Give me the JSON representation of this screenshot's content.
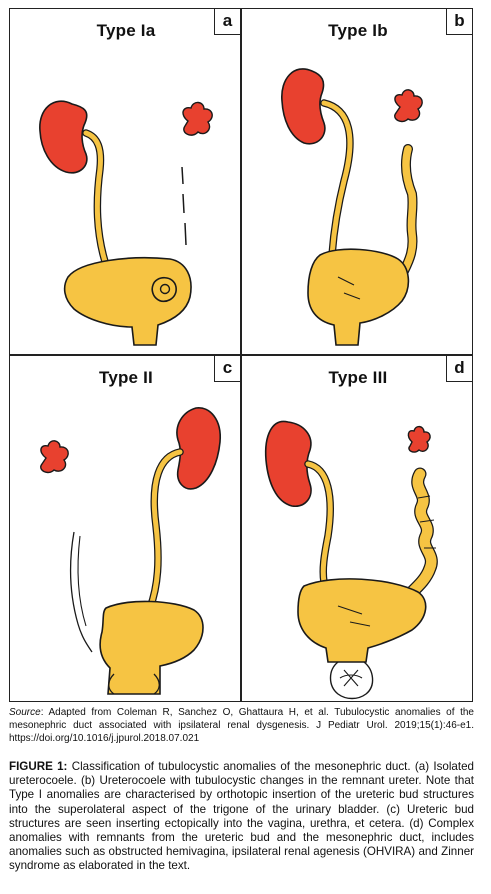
{
  "colors": {
    "kidney": "#e8412f",
    "ureter": "#f6c443",
    "bladder": "#f6c443",
    "outline": "#1a1a1a"
  },
  "panels": [
    {
      "title": "Type Ia",
      "letter": "a"
    },
    {
      "title": "Type Ib",
      "letter": "b"
    },
    {
      "title": "Type II",
      "letter": "c"
    },
    {
      "title": "Type III",
      "letter": "d"
    }
  ],
  "source": {
    "label": "Source",
    "text": ": Adapted from Coleman R, Sanchez O, Ghattaura H, et al. Tubulocystic anomalies of the mesonephric duct associated with ipsilateral renal dysgenesis. J Pediatr Urol. 2019;15(1):46-e1. https://doi.org/10.1016/j.jpurol.2018.07.021"
  },
  "caption": {
    "label": "FIGURE 1:",
    "text": " Classification of tubulocystic anomalies of the mesonephric duct. (a) Isolated ureterocoele. (b) Ureterocoele with tubulocystic changes in the remnant ureter. Note that Type I anomalies are characterised by orthotopic insertion of the ureteric bud structures into the superolateral aspect of the trigone of the urinary bladder. (c) Ureteric bud structures are seen inserting ectopically into the vagina, urethra, et cetera. (d) Complex anomalies with remnants from the ureteric bud and the mesonephric duct, includes anomalies such as obstructed hemivagina, ipsilateral renal agenesis (OHVIRA) and Zinner syndrome as elaborated in the text."
  }
}
